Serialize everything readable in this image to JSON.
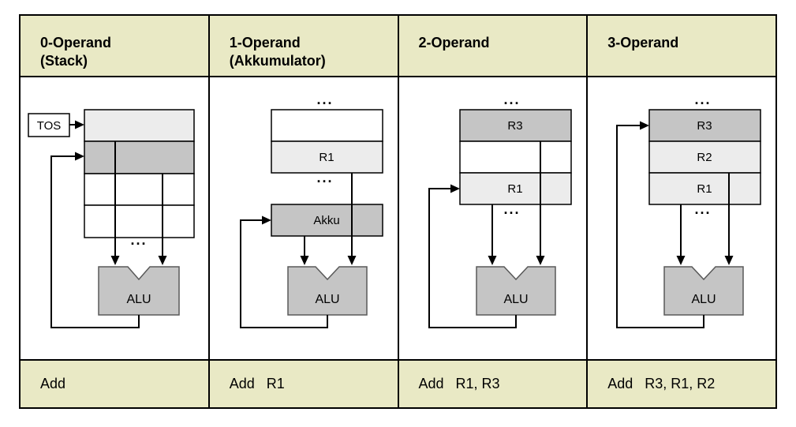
{
  "colors": {
    "header_bg": "#e9e9c5",
    "cell_light": "#ececec",
    "cell_dark": "#c5c5c5",
    "cell_white": "#ffffff",
    "alu_fill": "#c5c5c5",
    "line_color": "#000000"
  },
  "columns": [
    {
      "header": "0-Operand\n(Stack)",
      "instruction": "Add",
      "diagram": {
        "tos": "TOS",
        "dots_bottom": "...",
        "alu": "ALU"
      }
    },
    {
      "header": "1-Operand\n(Akkumulator)",
      "instruction": "Add   R1",
      "diagram": {
        "dots_top": "...",
        "reg_r1": "R1",
        "dots_mid": "...",
        "akku": "Akku",
        "alu": "ALU"
      }
    },
    {
      "header": "2-Operand",
      "instruction": "Add   R1, R3",
      "diagram": {
        "dots_top": "...",
        "reg_r3": "R3",
        "reg_r1": "R1",
        "dots_bottom": "...",
        "alu": "ALU"
      }
    },
    {
      "header": "3-Operand",
      "instruction": "Add   R3, R1, R2",
      "diagram": {
        "dots_top": "...",
        "reg_r3": "R3",
        "reg_r2": "R2",
        "reg_r1": "R1",
        "dots_bottom": "...",
        "alu": "ALU"
      }
    }
  ]
}
